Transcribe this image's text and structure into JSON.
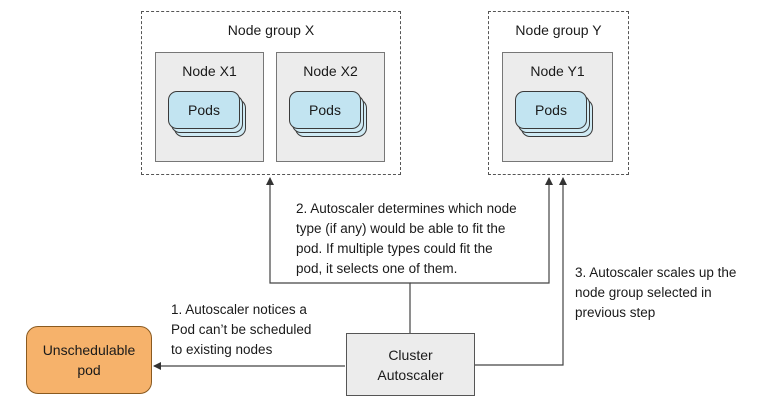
{
  "node_groups": [
    {
      "title": "Node group X",
      "nodes": [
        "Node X1",
        "Node X2"
      ]
    },
    {
      "title": "Node group Y",
      "nodes": [
        "Node Y1"
      ]
    }
  ],
  "pods_label": "Pods",
  "unschedulable_pod": [
    "Unschedulable",
    "pod"
  ],
  "cluster_autoscaler": [
    "Cluster",
    "Autoscaler"
  ],
  "steps": {
    "step1": [
      "1. Autoscaler notices a",
      "Pod can’t be scheduled",
      "to existing nodes"
    ],
    "step2": [
      "2. Autoscaler determines which node",
      "type (if any) would be able to fit the",
      "pod. If multiple types could fit the",
      "pod, it selects one of them."
    ],
    "step3": [
      "3. Autoscaler scales up the",
      "node group selected in",
      "previous step"
    ]
  }
}
